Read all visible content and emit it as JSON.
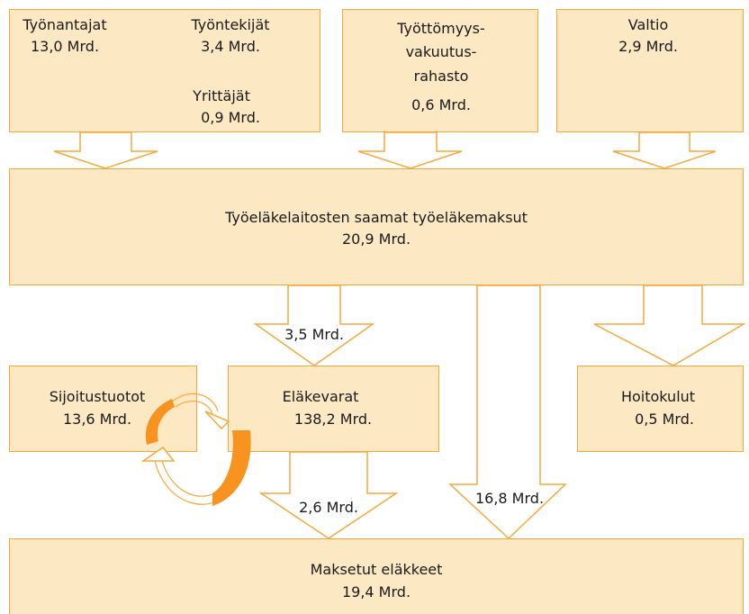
{
  "sources": {
    "employers": {
      "name": "Työnantajat",
      "amount": "13,0 Mrd."
    },
    "employees": {
      "name": "Työntekijät",
      "amount": "3,4 Mrd."
    },
    "entrepreneurs": {
      "name": "Yrittäjät",
      "amount": "0,9 Mrd."
    },
    "unemployment_fund": {
      "name_lines": [
        "Työttömyys-",
        "vakuutus-",
        "rahasto"
      ],
      "amount": "0,6 Mrd."
    },
    "state": {
      "name": "Valtio",
      "amount": "2,9 Mrd."
    }
  },
  "total_contributions": {
    "name": "Työeläkelaitosten saamat työeläkemaksut",
    "amount": "20,9 Mrd."
  },
  "flows": {
    "to_assets": "3,5 Mrd.",
    "from_assets_to_pensions": "2,6 Mrd.",
    "direct_to_pensions": "16,8 Mrd."
  },
  "investment_income": {
    "name": "Sijoitustuotot",
    "amount": "13,6 Mrd."
  },
  "pension_assets": {
    "name": "Eläkevarat",
    "amount": "138,2 Mrd."
  },
  "operating_costs": {
    "name": "Hoitokulut",
    "amount": "0,5 Mrd."
  },
  "pensions_paid": {
    "name": "Maksetut eläkkeet",
    "amount": "19,4 Mrd."
  },
  "colors": {
    "box_fill": "#fde8c4",
    "box_border": "#f5a93a",
    "cycle_arrow": "#f7931e"
  }
}
